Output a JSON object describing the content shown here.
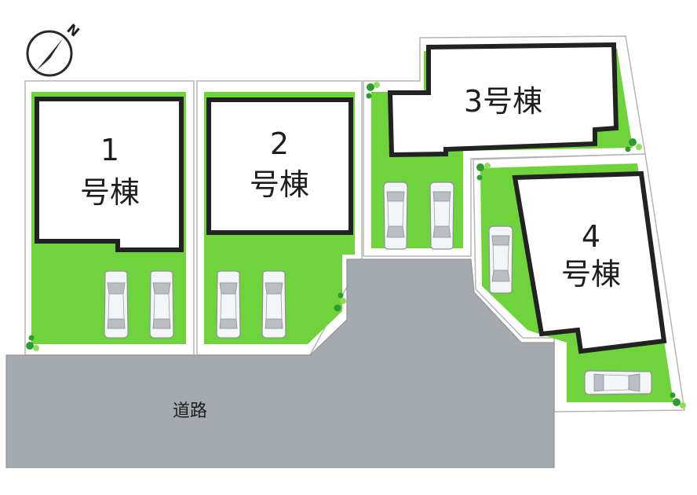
{
  "compass": {
    "north_letter": "N"
  },
  "buildings": [
    {
      "id": "1",
      "label_line1": "1",
      "label_line2": "号棟"
    },
    {
      "id": "2",
      "label_line1": "2",
      "label_line2": "号棟"
    },
    {
      "id": "3",
      "label": "3号棟"
    },
    {
      "id": "4",
      "label_line1": "4",
      "label_line2": "号棟"
    }
  ],
  "road": {
    "label": "道路"
  },
  "colors": {
    "lawn": "#6fd33b",
    "road": "#a5aab0",
    "building_outline": "#222222",
    "lot_boundary": "#b5b5b5"
  }
}
